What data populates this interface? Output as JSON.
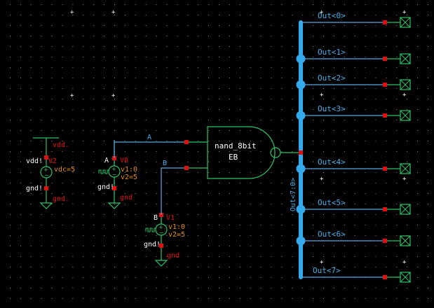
{
  "colors": {
    "background": "#000000",
    "grid": "#8a8a8a",
    "wire": "#5aa8e0",
    "bus": "#33aaee",
    "component": "#2ec466",
    "pin": "#e01010",
    "instance_name": "#e01010",
    "param": "#e8901c",
    "net_label": "#4aaee8",
    "text": "#ffffff"
  },
  "supply": {
    "instance": "V2",
    "top_net": "vdd.",
    "top_pin": "vdd!",
    "bottom_pin": "gnd!",
    "bottom_net": "gnd.",
    "param": "vdc=5"
  },
  "pulse_a": {
    "instance": "V0",
    "top_pin": "A",
    "bottom_pin": "gnd!",
    "bottom_net": "gnd",
    "param1": "v1:0",
    "param2": "v2=5"
  },
  "pulse_b": {
    "instance": "V1",
    "top_pin": "B",
    "bottom_pin": "gnd!",
    "bottom_net": "gnd",
    "param1": "v1:0",
    "param2": "v2=5"
  },
  "nets": {
    "a": "A",
    "b": "B",
    "bus": "Out<7:0>"
  },
  "gate": {
    "cell": "nand_8bit",
    "instance": "EB"
  },
  "outputs": [
    {
      "label": "Out<0>"
    },
    {
      "label": "Out<1>"
    },
    {
      "label": "Out<2>"
    },
    {
      "label": "Out<3>"
    },
    {
      "label": "Out<4>"
    },
    {
      "label": "Out<5>"
    },
    {
      "label": "Out<6>"
    },
    {
      "label": "Out<7>"
    }
  ]
}
